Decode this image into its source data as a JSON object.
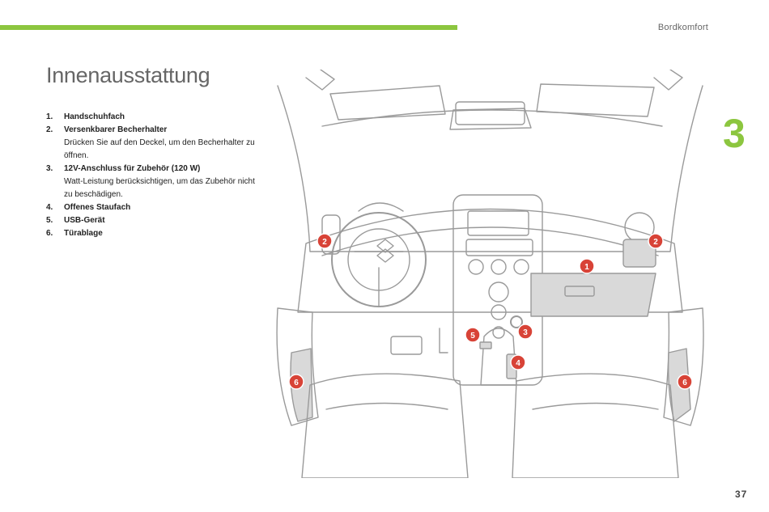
{
  "header": {
    "section": "Bordkomfort",
    "chapter": "3"
  },
  "page": {
    "title": "Innenausstattung",
    "number": "37"
  },
  "legend": [
    {
      "num": "1.",
      "label": "Handschuhfach",
      "desc": ""
    },
    {
      "num": "2.",
      "label": "Versenkbarer Becherhalter",
      "desc": "Drücken Sie auf den Deckel, um den Becherhalter zu öffnen."
    },
    {
      "num": "3.",
      "label": "12V-Anschluss für Zubehör (120 W)",
      "desc": "Watt-Leistung berücksichtigen, um das Zubehör nicht zu beschädigen."
    },
    {
      "num": "4.",
      "label": "Offenes Staufach",
      "desc": ""
    },
    {
      "num": "5.",
      "label": "USB-Gerät",
      "desc": ""
    },
    {
      "num": "6.",
      "label": "Türablage",
      "desc": ""
    }
  ],
  "figure": {
    "callouts": [
      "1",
      "2",
      "2",
      "3",
      "4",
      "5",
      "6",
      "6"
    ],
    "colors": {
      "callout": "#d84337",
      "accent": "#8cc63f",
      "line": "#9a9a9a",
      "highlight": "#d9d9d9"
    }
  }
}
